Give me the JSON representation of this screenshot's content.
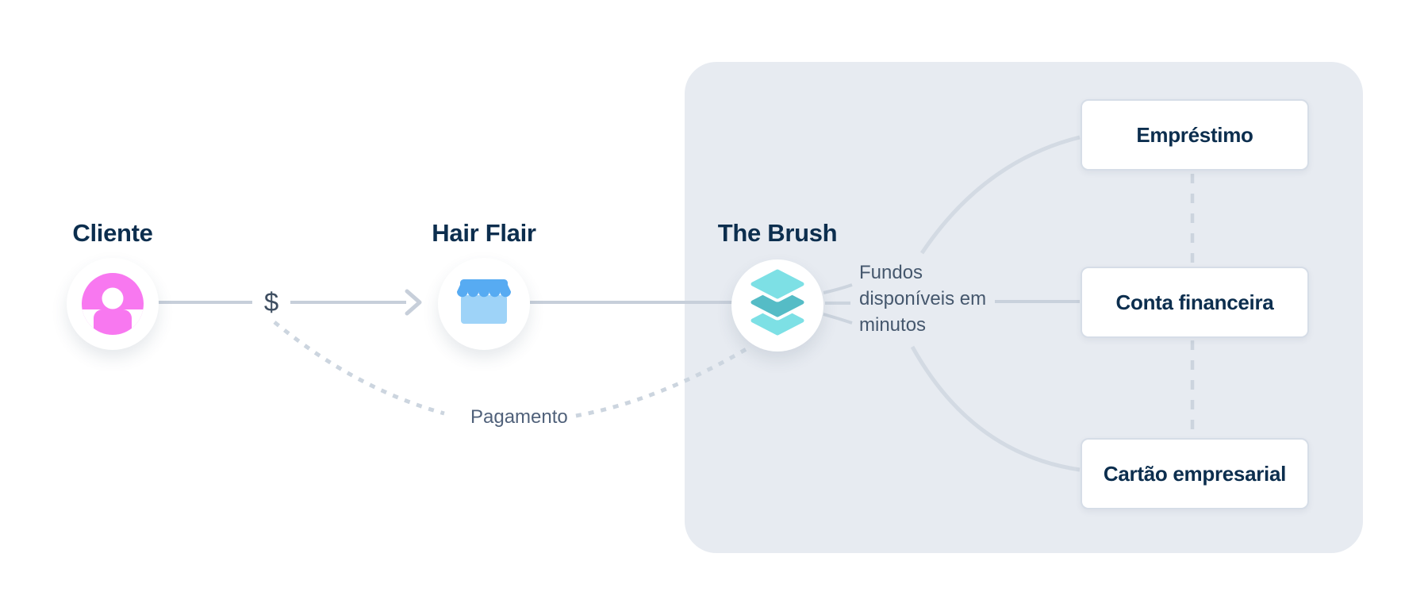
{
  "nodes": [
    {
      "id": "cliente",
      "label": "Cliente",
      "icon": "person-icon"
    },
    {
      "id": "hair-flair",
      "label": "Hair Flair",
      "icon": "storefront-icon"
    },
    {
      "id": "the-brush",
      "label": "The Brush",
      "icon": "layers-icon"
    }
  ],
  "annotations": {
    "currency_symbol": "$",
    "payment_label": "Pagamento",
    "funds_note_lines": [
      "Fundos",
      "disponíveis em",
      "minutos"
    ]
  },
  "products": [
    {
      "label": "Empréstimo"
    },
    {
      "label": "Conta financeira"
    },
    {
      "label": "Cartão empresarial"
    }
  ],
  "colors": {
    "background": "#ffffff",
    "panel": "#e7ebf1",
    "navy_text": "#0c2e4e",
    "slate_text": "#45576d",
    "payment_text": "#50617a",
    "solid_line": "#c7cfda",
    "stub_line": "#ccd4de",
    "curve_line": "#d3dae3",
    "dashed_line": "#ccd5df",
    "person_pink": "#f878f0",
    "store_blue_dark": "#57abf2",
    "store_blue_light": "#9ed3f8",
    "layers_teal_light": "#7de0e5",
    "layers_teal_dark": "#55bcc6"
  }
}
